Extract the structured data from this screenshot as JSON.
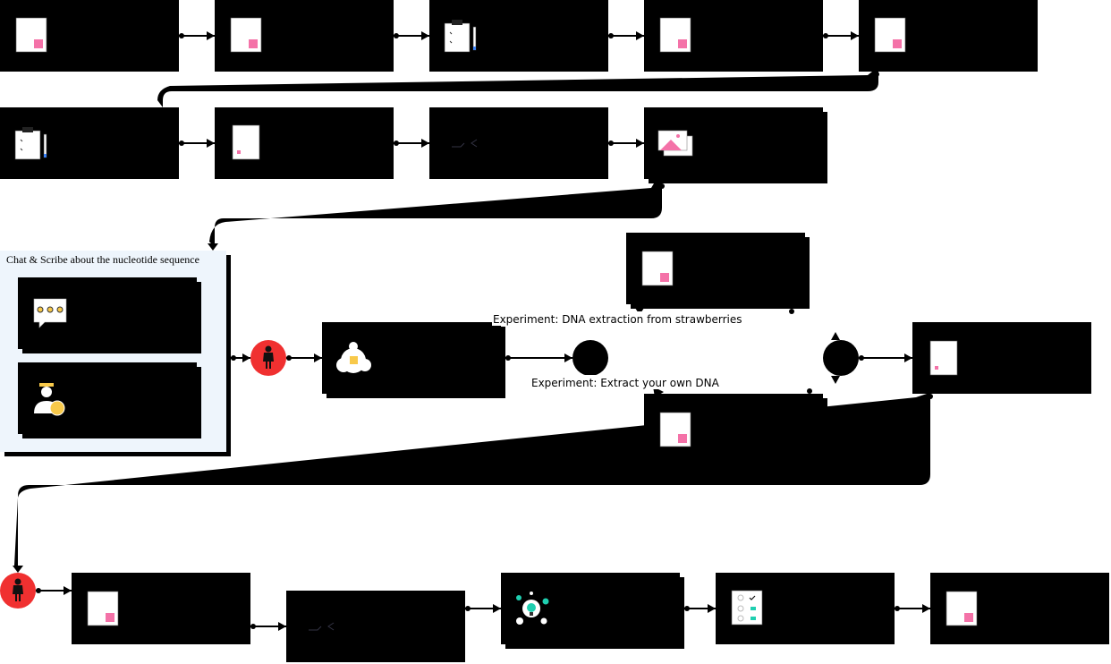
{
  "group": {
    "title": "Chat & Scribe about the nucleotide sequence"
  },
  "gateway_branches": {
    "branch_top": "Experiment: DNA extraction from strawberries",
    "branch_bottom": "Experiment: Extract your own DNA"
  },
  "icons": [
    "document-icon",
    "document-icon",
    "clipboard-pencil-icon",
    "document-icon",
    "document-icon",
    "clipboard-pencil-icon",
    "document-small-icon",
    "code-tags-icon",
    "image-gallery-icon",
    "chat-bubble-icon",
    "scribe-person-icon",
    "person-icon",
    "idea-cloud-icon",
    "document-icon",
    "document-icon",
    "document-small-icon",
    "person-icon",
    "document-icon",
    "code-tags-icon",
    "lightbulb-network-icon",
    "checklist-icon",
    "document-icon"
  ],
  "colors": {
    "block": "#000000",
    "page": "#ffffff",
    "accent_pink": "#f472a8",
    "user_red": "#f03030",
    "group_fill": "#eef5fc",
    "teal": "#1fcfb0",
    "yellow": "#f8c94a"
  }
}
